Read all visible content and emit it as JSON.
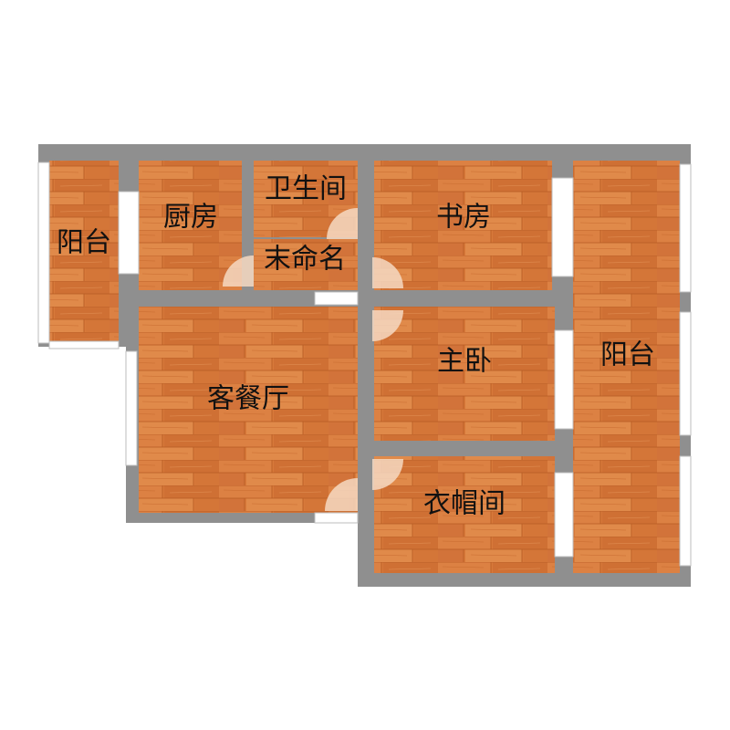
{
  "floor_plan": {
    "colors": {
      "wall": "#8f8f8f",
      "floor_base": "#d7793a",
      "floor_light": "#e08a4a",
      "floor_dark": "#b55a22",
      "window": "#ffffff",
      "door_swing": "#f6d9c2",
      "label": "#111111"
    },
    "rooms": [
      {
        "id": "balcony-west",
        "label": "阳台"
      },
      {
        "id": "kitchen",
        "label": "厨房"
      },
      {
        "id": "bathroom",
        "label": "卫生间"
      },
      {
        "id": "unnamed",
        "label": "末命名"
      },
      {
        "id": "study",
        "label": "书房"
      },
      {
        "id": "living-dining",
        "label": "客餐厅"
      },
      {
        "id": "master-bedroom",
        "label": "主卧"
      },
      {
        "id": "walk-in-closet",
        "label": "衣帽间"
      },
      {
        "id": "balcony-east",
        "label": "阳台"
      }
    ]
  }
}
